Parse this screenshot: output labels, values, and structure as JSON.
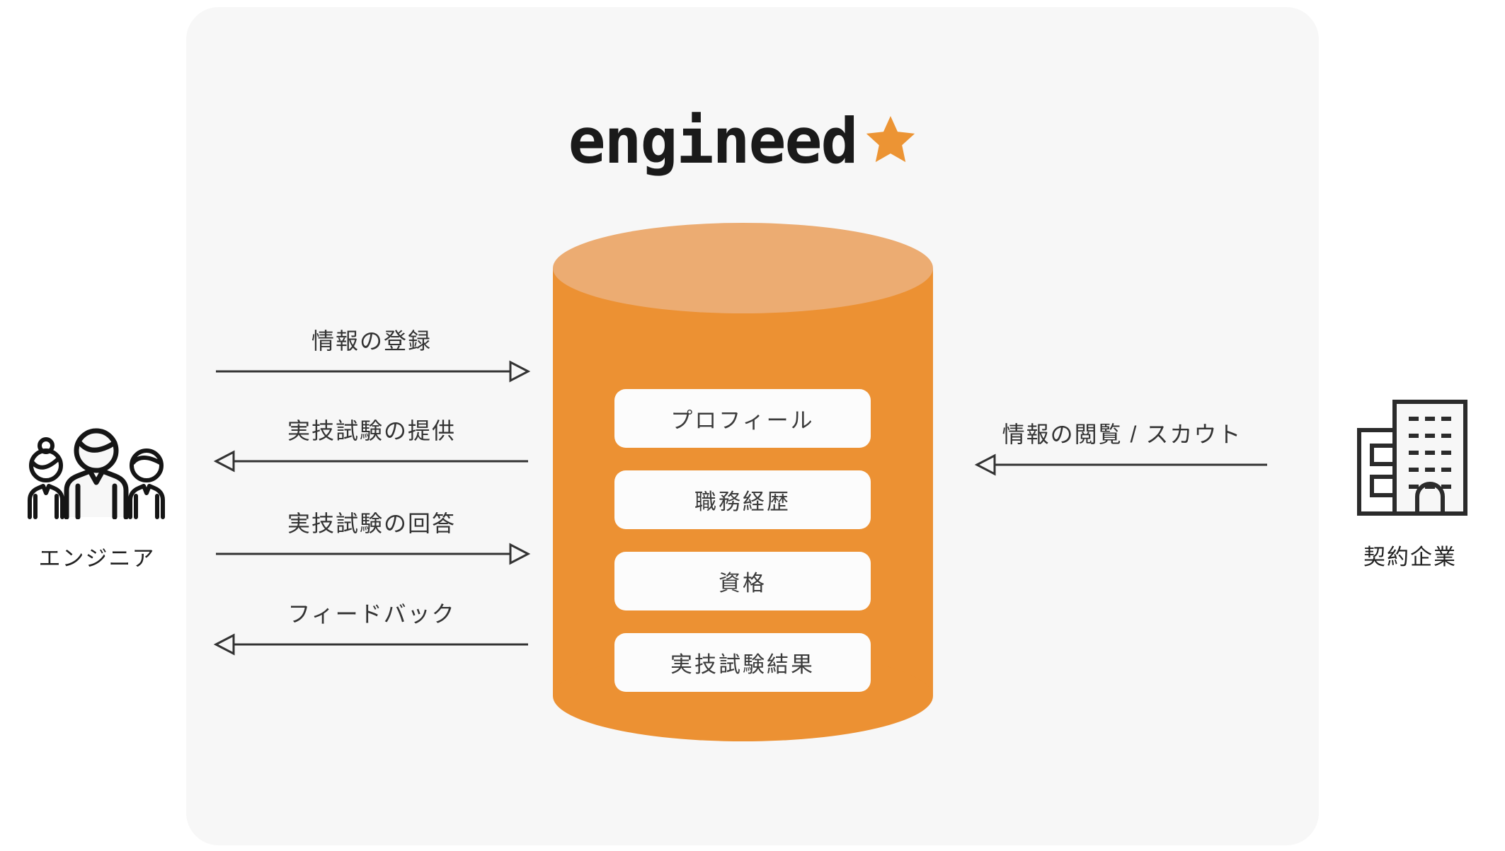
{
  "page": {
    "background_color": "#ffffff",
    "panel_color": "#f7f7f7"
  },
  "logo": {
    "text": "engineed",
    "text_color": "#1a1a1a",
    "star_icon": "star-icon",
    "star_color": "#EC9434"
  },
  "database": {
    "icon": "database-cylinder",
    "body_color": "#EC9133",
    "top_color": "#ECAC72",
    "card_bg": "#fcfcfc",
    "card_text_color": "#3b3b3b",
    "cards": [
      {
        "label": "プロフィール"
      },
      {
        "label": "職務経歴"
      },
      {
        "label": "資格"
      },
      {
        "label": "実技試験結果"
      }
    ]
  },
  "left_actor": {
    "label": "エンジニア",
    "icon": "people-group-icon"
  },
  "right_actor": {
    "label": "契約企業",
    "icon": "office-building-icon"
  },
  "left_flows": [
    {
      "label": "情報の登録",
      "direction": "to-database"
    },
    {
      "label": "実技試験の提供",
      "direction": "to-engineer"
    },
    {
      "label": "実技試験の回答",
      "direction": "to-database"
    },
    {
      "label": "フィードバック",
      "direction": "to-engineer"
    }
  ],
  "right_flows": [
    {
      "label": "情報の閲覧 / スカウト",
      "direction": "to-database"
    }
  ],
  "arrow_color": "#333333"
}
